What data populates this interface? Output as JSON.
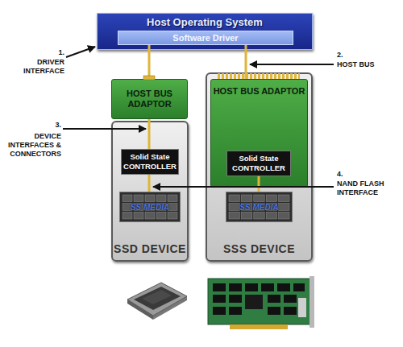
{
  "diagram": {
    "nodes": [
      {
        "text": [
          "Host Operating System"
        ]
      },
      {
        "text": [
          "Software Driver"
        ],
        "in": 0
      },
      {
        "text": [
          "HOST BUS ADAPTOR"
        ]
      },
      {
        "text": [
          "SSD DEVICE"
        ]
      },
      {
        "text": [
          "Solid State CONTROLLER"
        ],
        "in": 3
      },
      {
        "text": [
          "SS MEDIA"
        ],
        "in": 3
      },
      {
        "text": [
          "SSS DEVICE"
        ]
      },
      {
        "text": [
          "HOST BUS ADAPTOR"
        ],
        "in": 6
      },
      {
        "text": [
          "Solid State CONTROLLER"
        ],
        "in": 7
      },
      {
        "text": [
          "SS MEDIA"
        ],
        "in": 6
      }
    ],
    "edges": [
      {
        "from": 1,
        "to": 2,
        "arrow": "none"
      },
      {
        "from": 1,
        "to": 7,
        "arrow": "none"
      },
      {
        "from": 2,
        "to": 4,
        "arrow": "none"
      },
      {
        "from": 4,
        "to": 5,
        "arrow": "none"
      },
      {
        "from": 8,
        "to": 9,
        "arrow": "none"
      }
    ],
    "labels": [
      "1.",
      "DRIVER INTERFACE",
      "2.",
      "HOST BUS",
      "3.",
      "DEVICE INTERFACES & CONNECTORS",
      "4.",
      "NAND FLASH INTERFACE"
    ]
  }
}
